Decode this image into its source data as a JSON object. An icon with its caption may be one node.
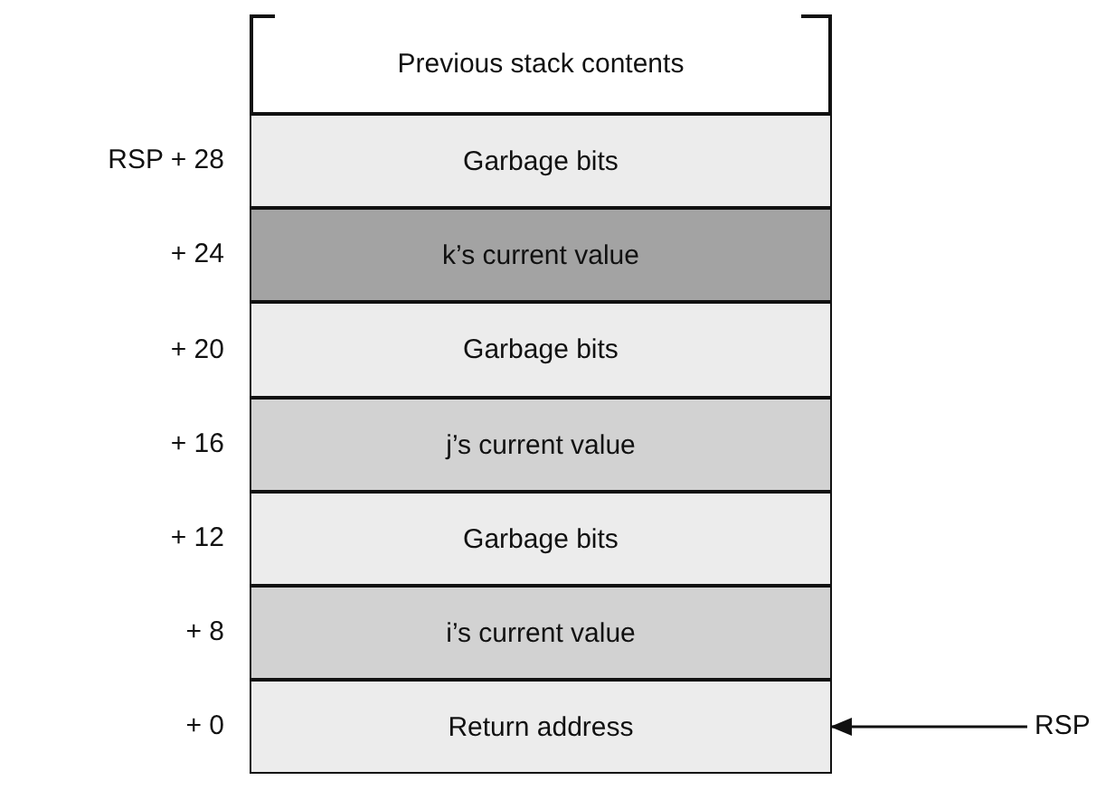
{
  "diagram": {
    "nodes": [
      {
        "text": [
          "Previous stack contents"
        ]
      },
      {
        "text": [
          "Garbage bits"
        ]
      },
      {
        "text": [
          "k’s current value"
        ]
      },
      {
        "text": [
          "Garbage bits"
        ]
      },
      {
        "text": [
          "j’s current value"
        ]
      },
      {
        "text": [
          "Garbage bits"
        ]
      },
      {
        "text": [
          "i’s current value"
        ]
      },
      {
        "text": [
          "Return address"
        ]
      },
      {
        "text": [
          "RSP"
        ]
      }
    ],
    "edges": [
      {
        "from": 8,
        "to": 7,
        "arrow": "to"
      }
    ],
    "labels": [
      "RSP + 28",
      "+ 24",
      "+ 20",
      "+ 16",
      "+ 12",
      "+ 8",
      "+ 0"
    ]
  }
}
